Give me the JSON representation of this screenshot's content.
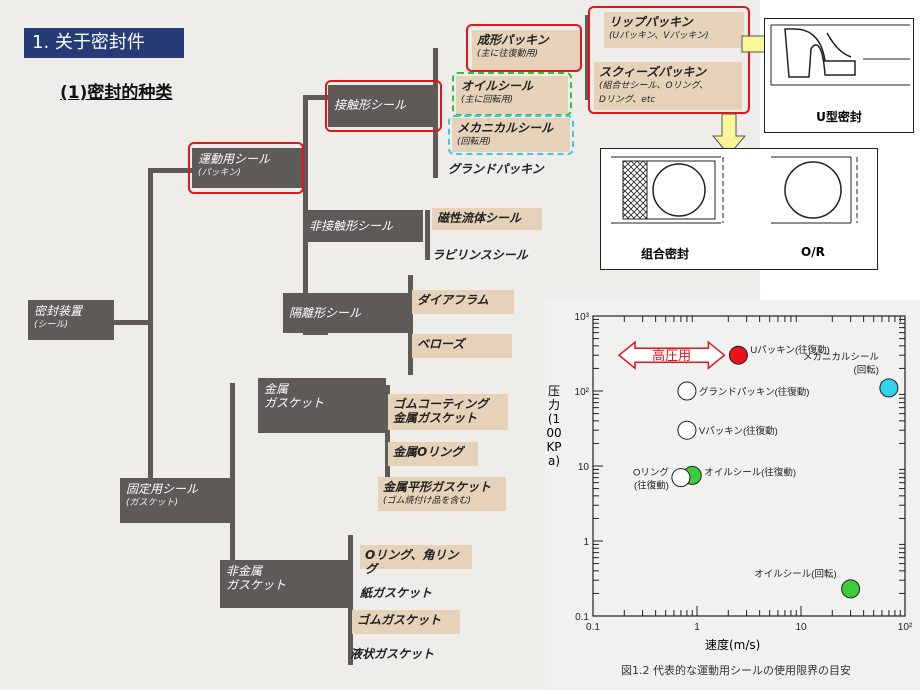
{
  "header": {
    "section_title": "1. 关于密封件",
    "subtitle": "(1)密封的种类"
  },
  "tree": {
    "root": {
      "label": "密封装置",
      "sub": "(シール)"
    },
    "dynamic": {
      "label": "運動用シール",
      "sub": "(パッキン)"
    },
    "static": {
      "label": "固定用シール",
      "sub": "(ガスケット)"
    },
    "contact": {
      "label": "接触形シール"
    },
    "noncontact": {
      "label": "非接触形シール"
    },
    "isolation": {
      "label": "隔離形シール"
    },
    "metal_gasket": {
      "label": "金属\nガスケット"
    },
    "nonmetal_gasket": {
      "label": "非金属\nガスケット"
    },
    "molded_packing": {
      "label": "成形パッキン",
      "sub": "(主に往復動用)"
    },
    "oil_seal": {
      "label": "オイルシール",
      "sub": "(主に回転用)"
    },
    "mechanical_seal": {
      "label": "メカニカルシール",
      "sub": "(回転用)"
    },
    "gland_packing": {
      "label": "グランドパッキン"
    },
    "lip_packing": {
      "label": "リップパッキン",
      "sub": "(Uパッキン、Vパッキン)"
    },
    "squeeze_packing": {
      "label": "スクィーズパッキン",
      "sub": "(組合せシール、Oリング、\nDリング、etc"
    },
    "magnetic_fluid_seal": {
      "label": "磁性流体シール"
    },
    "labyrinth_seal": {
      "label": "ラビリンスシール"
    },
    "diaphragm": {
      "label": "ダイアフラム"
    },
    "bellows": {
      "label": "ベローズ"
    },
    "rubber_coated_gasket": {
      "label": "ゴムコーティング\n金属ガスケット"
    },
    "metal_oring": {
      "label": "金属Oリング"
    },
    "metal_flat_gasket": {
      "label": "金属平形ガスケット",
      "sub": "(ゴム焼付け品を含む)"
    },
    "oring_square": {
      "label": "Oリング、角リング"
    },
    "paper_gasket": {
      "label": "紙ガスケット"
    },
    "rubber_gasket": {
      "label": "ゴムガスケット"
    },
    "liquid_gasket": {
      "label": "液状ガスケット"
    }
  },
  "panels": {
    "u_seal": {
      "caption": "U型密封"
    },
    "combo_seal": {
      "caption": "组合密封"
    },
    "or_seal": {
      "caption": "O/R"
    }
  },
  "chart_data": {
    "type": "scatter",
    "xlabel": "速度(m/s)",
    "ylabel": "压力(100KPa)",
    "xscale": "log",
    "yscale": "log",
    "xlim": [
      0.1,
      100
    ],
    "ylim": [
      0.1,
      1000
    ],
    "xticks": [
      "0.1",
      "1",
      "10",
      "10²"
    ],
    "yticks": [
      "0.1",
      "1",
      "10",
      "10²",
      "10³"
    ],
    "caption": "図1.2 代表的な運動用シールの使用限界の目安",
    "arrow_label": "高圧用",
    "points": [
      {
        "label": "Uパッキン(往復動)",
        "x": 2.5,
        "y": 300,
        "color": "#e8141a"
      },
      {
        "label": "グランドパッキン(往復動)",
        "x": 0.8,
        "y": 100,
        "color": "#ffffff"
      },
      {
        "label": "Vパッキン(往復動)",
        "x": 0.8,
        "y": 30,
        "color": "#ffffff"
      },
      {
        "label": "オイルシール(往復動)",
        "x": 0.9,
        "y": 7.5,
        "color": "#3ccd3c"
      },
      {
        "label": "Oリング\n(往復動)",
        "x": 0.7,
        "y": 7,
        "color": "#ffffff"
      },
      {
        "label": "メカニカルシール\n(回転)",
        "x": 70,
        "y": 110,
        "color": "#32d2ea"
      },
      {
        "label": "オイルシール(回転)",
        "x": 30,
        "y": 0.23,
        "color": "#3ccd3c"
      }
    ]
  }
}
